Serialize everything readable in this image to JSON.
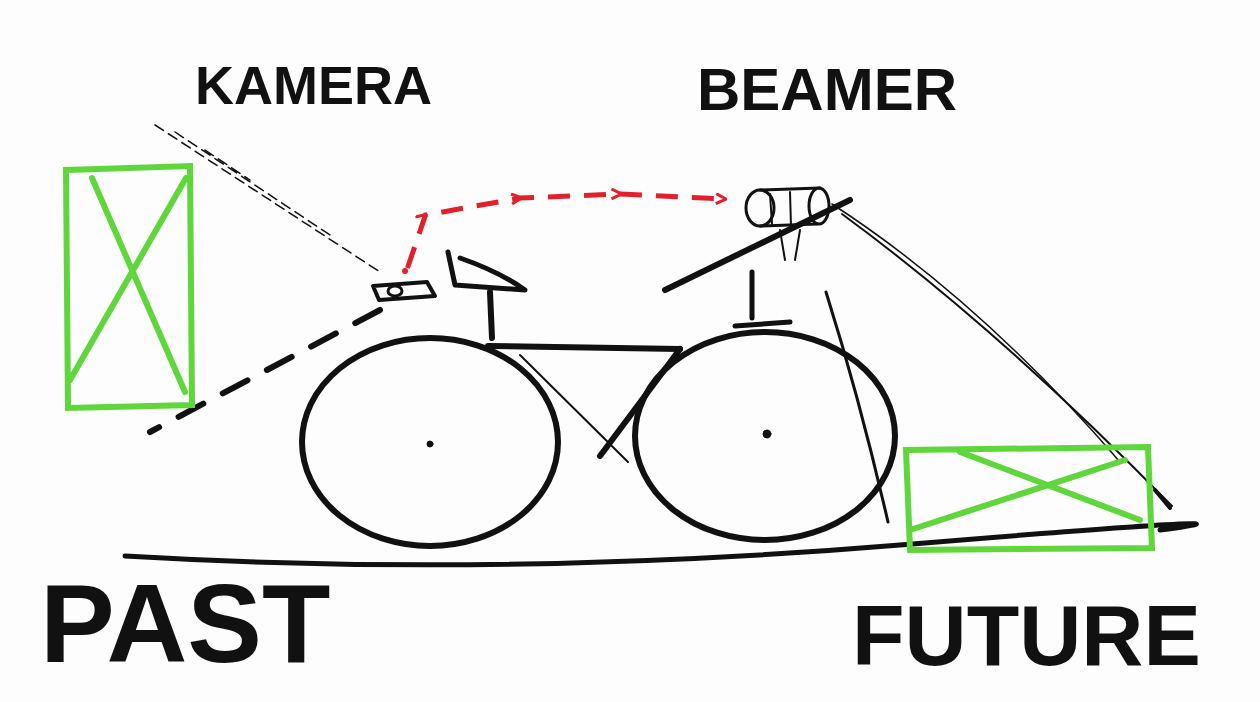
{
  "diagram": {
    "nodes": [
      {
        "text": [
          "KAMERA"
        ]
      },
      {
        "text": [
          "BEAMER"
        ]
      }
    ],
    "edges": [
      {
        "from": 0,
        "to": 1,
        "arrow": "to"
      }
    ],
    "labels": [
      "PAST",
      "FUTURE"
    ]
  }
}
